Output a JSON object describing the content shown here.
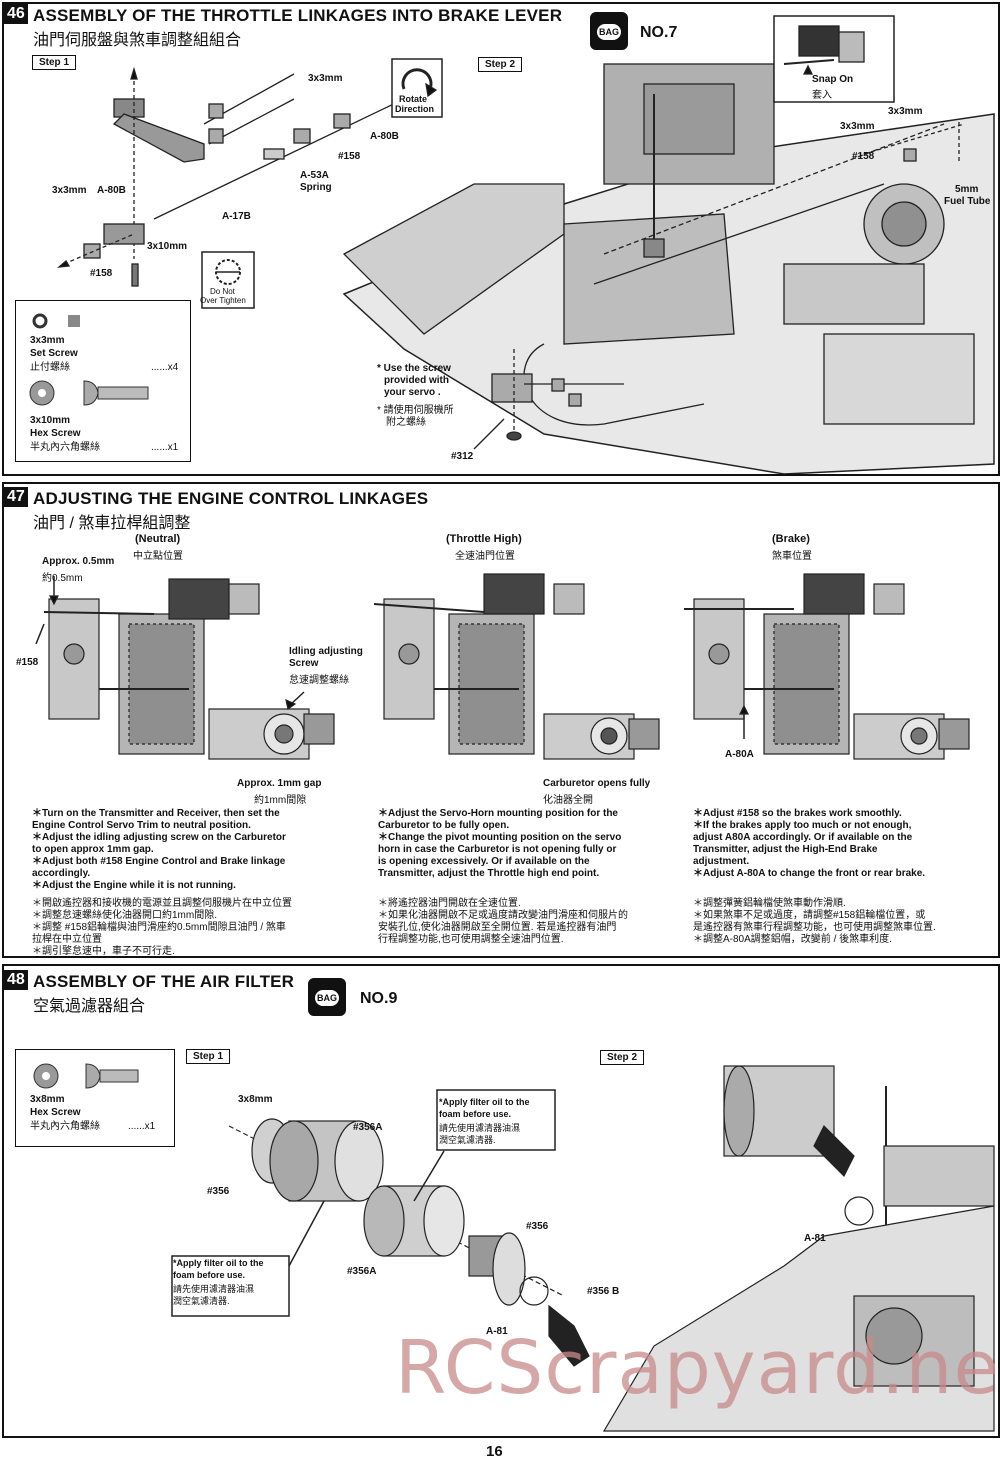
{
  "page_number": "16",
  "watermark": "RCScrapyard.net",
  "sections": {
    "s46": {
      "number": "46",
      "title": "ASSEMBLY OF THE THROTTLE LINKAGES INTO BRAKE LEVER",
      "title_zh": "油門伺服盤與煞車調整組組合",
      "bag_label": "BAG",
      "bag_no": "NO.7",
      "step1": "Step 1",
      "step2": "Step 2",
      "labels": {
        "screw_3x3_top": "3x3mm",
        "a80b_right": "A-80B",
        "n158_mid": "#158",
        "a53a": "A-53A",
        "spring": "Spring",
        "a17b": "A-17B",
        "screw_3x3_left": "3x3mm",
        "a80b_left": "A-80B",
        "n158_left": "#158",
        "screw_3x10": "3x10mm",
        "rotate": "Rotate",
        "direction": "Direction",
        "do_not": "Do Not",
        "over_tighten": "Over Tighten",
        "snap_on": "Snap On",
        "snap_on_zh": "套入",
        "screw_3x3_r1": "3x3mm",
        "screw_3x3_r2": "3x3mm",
        "n158_right": "#158",
        "fuel_5mm": "5mm",
        "fuel_tube": "Fuel Tube",
        "use_screw_1": "* Use the screw",
        "use_screw_2": "provided with",
        "use_screw_3": "your servo .",
        "use_screw_zh1": "* 請使用伺服機所",
        "use_screw_zh2": "附之螺絲",
        "n312": "#312"
      },
      "parts": [
        {
          "name": "3x3mm",
          "type": "Set Screw",
          "zh": "止付螺絲",
          "qty": "......x4"
        },
        {
          "name": "3x10mm",
          "type": "Hex Screw",
          "zh": "半丸內六角螺絲",
          "qty": "......x1"
        }
      ]
    },
    "s47": {
      "number": "47",
      "title": "ADJUSTING THE ENGINE CONTROL LINKAGES",
      "title_zh": "油門 / 煞車拉桿組調整",
      "states": [
        {
          "label": "(Neutral)",
          "zh": "中立點位置"
        },
        {
          "label": "(Throttle High)",
          "zh": "全速油門位置"
        },
        {
          "label": "(Brake)",
          "zh": "煞車位置"
        }
      ],
      "labels": {
        "approx05": "Approx. 0.5mm",
        "approx05_zh": "約0.5mm",
        "n158": "#158",
        "idling1": "Idling adjusting",
        "idling2": "Screw",
        "idling_zh": "怠速調整螺絲",
        "gap": "Approx. 1mm gap",
        "gap_zh": "約1mm間隙",
        "carb_open": "Carburetor opens fully",
        "carb_open_zh": "化油器全開",
        "a80a": "A-80A"
      },
      "instructions": {
        "col1": [
          "＊Turn on the Transmitter and Receiver, then set the",
          "  Engine Control Servo Trim to neutral position.",
          "＊Adjust the idling adjusting screw on the Carburetor",
          "  to open approx 1mm gap.",
          "＊Adjust both #158 Engine Control and Brake linkage",
          "  accordingly.",
          "＊Adjust the Engine while it is not running."
        ],
        "col1_zh": [
          "＊開啟遙控器和接收機的電源並且調整伺服機片在中立位置",
          "＊調整怠速螺絲使化油器開口約1mm間隙.",
          "＊調整 #158鋁輪檔與油門滑座約0.5mm間隙且油門 / 煞車",
          "  拉桿在中立位置",
          "＊調引擎怠速中，車子不可行走."
        ],
        "col2": [
          "＊Adjust the Servo-Horn mounting position for the",
          "  Carburetor to be fully open.",
          "＊Change the pivot mounting position on the servo",
          "  horn in case the Carburetor is not opening fully or",
          "  is opening excessively.  Or if available on the",
          "  Transmitter, adjust the Throttle high end point."
        ],
        "col2_zh": [
          "＊將遙控器油門開啟在全速位置.",
          "＊如果化油器開啟不足或過度請改變油門滑座和伺服片的",
          "  安裝孔位,使化油器開啟至全開位置. 若是遙控器有油門",
          "  行程調整功能,也可使用調整全速油門位置."
        ],
        "col3": [
          "＊Adjust #158 so the brakes work smoothly.",
          "＊If the brakes apply too much or not enough,",
          "  adjust A80A accordingly. Or if available on the",
          "  Transmitter, adjust the High-End Brake",
          "  adjustment.",
          "＊Adjust A-80A to change the front or rear brake."
        ],
        "col3_zh": [
          "＊調整彈簧鋁輪檔使煞車動作滑順.",
          "＊如果煞車不足或過度，請調整#158鋁輪檔位置，或",
          "  是遙控器有煞車行程調整功能，也可使用調整煞車位置.",
          "＊調整A-80A調整鋁帽，改變前 / 後煞車利度."
        ]
      }
    },
    "s48": {
      "number": "48",
      "title": "ASSEMBLY OF THE AIR FILTER",
      "title_zh": "空氣過濾器組合",
      "bag_label": "BAG",
      "bag_no": "NO.9",
      "step1": "Step 1",
      "step2": "Step 2",
      "labels": {
        "screw_3x8": "3x8mm",
        "n356a_top": "#356A",
        "n356_left": "#356",
        "n356a_bottom": "#356A",
        "n356_right": "#356",
        "n356b": "#356 B",
        "a81_bottom": "A-81",
        "a81_right": "A-81",
        "oil_top_1": "*Apply filter oil to the",
        "oil_top_2": "foam before use.",
        "oil_top_zh1": "請先使用濾清器油濕",
        "oil_top_zh2": "潤空氣濾清器.",
        "oil_left_1": "*Apply filter oil to the",
        "oil_left_2": "foam before use.",
        "oil_left_zh1": "請先使用濾清器油濕",
        "oil_left_zh2": "潤空氣濾清器."
      },
      "parts": [
        {
          "name": "3x8mm",
          "type": "Hex Screw",
          "zh": "半丸內六角螺絲",
          "qty": "......x1"
        }
      ]
    }
  }
}
